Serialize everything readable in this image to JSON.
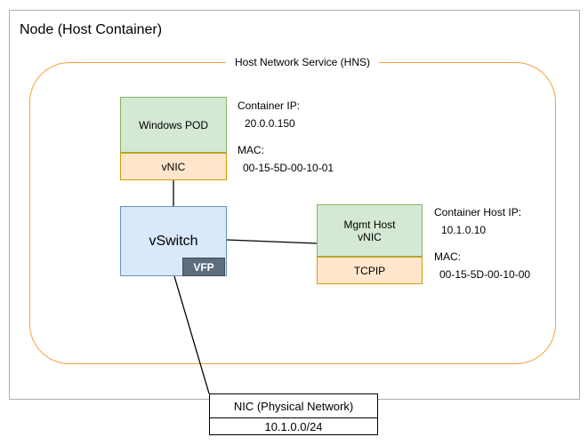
{
  "node": {
    "title": "Node (Host Container)"
  },
  "hns": {
    "label": "Host Network Service (HNS)"
  },
  "pod": {
    "label": "Windows POD",
    "vnic_label": "vNIC",
    "info": {
      "ip_label": "Container IP:",
      "ip_value": "20.0.0.150",
      "mac_label": "MAC:",
      "mac_value": "00-15-5D-00-10-01"
    }
  },
  "vswitch": {
    "label": "vSwitch",
    "vfp_label": "VFP"
  },
  "mgmt": {
    "label": "Mgmt Host\nvNIC",
    "tcpip_label": "TCPIP",
    "info": {
      "ip_label": "Container Host IP:",
      "ip_value": "10.1.0.10",
      "mac_label": "MAC:",
      "mac_value": "00-15-5D-00-10-00"
    }
  },
  "nic": {
    "label": "NIC (Physical Network)",
    "subnet": "10.1.0.0/24"
  },
  "colors": {
    "green_fill": "#d5e8d4",
    "green_stroke": "#82b366",
    "orange_fill": "#ffe6cc",
    "orange_stroke": "#d79b00",
    "blue_fill": "#dae8fc",
    "blue_stroke": "#6c8ebf",
    "vfp_fill": "#5d6d7e",
    "hns_stroke": "#f5a142",
    "node_stroke": "#adadad",
    "connector": "#000000"
  }
}
